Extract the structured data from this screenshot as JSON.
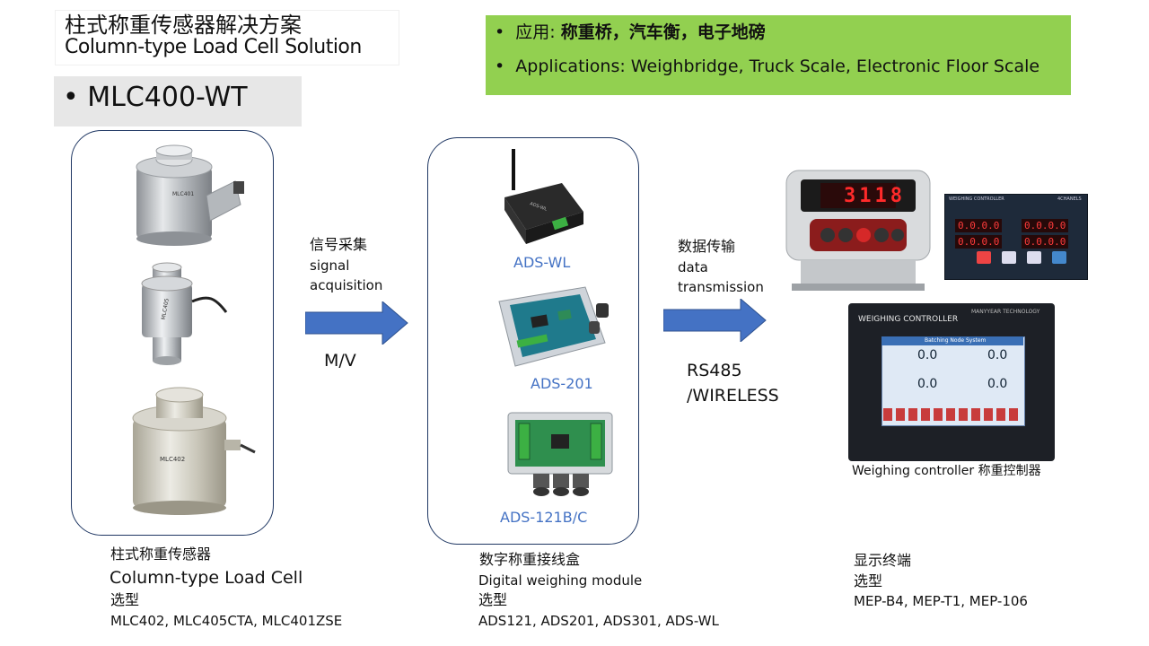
{
  "title": {
    "cn": "柱式称重传感器解决方案",
    "en": "Column-type Load Cell Solution"
  },
  "model": {
    "label": "• MLC400-WT"
  },
  "applications": {
    "cn_prefix": "应用:",
    "cn_bold": "称重桥，汽车衡，电子地磅",
    "en": "Applications: Weighbridge, Truck Scale, Electronic Floor Scale"
  },
  "load_cells": {
    "photo_labels": [
      "MLC401",
      "MLC405",
      "MLC402"
    ],
    "caption_cn": "柱式称重传感器",
    "caption_en": "Column-type Load Cell",
    "selection_label": "选型",
    "models": "MLC402, MLC405CTA, MLC401ZSE"
  },
  "signal": {
    "cn": "信号采集",
    "en_line1": "signal",
    "en_line2": "acquisition",
    "unit": "M/V"
  },
  "modules": {
    "items": [
      "ADS-WL",
      "ADS-201",
      "ADS-121B/C"
    ],
    "caption_cn": "数字称重接线盒",
    "caption_en": "Digital weighing module",
    "selection_label": "选型",
    "models": "ADS121, ADS201, ADS301, ADS-WL"
  },
  "transmission": {
    "cn": "数据传输",
    "en_line1": "data",
    "en_line2": "transmission",
    "protocol_line1": "RS485",
    "protocol_line2": "/WIRELESS"
  },
  "display": {
    "indicator_readout": "3118",
    "controller_header": "WEIGHING CONTROLLER",
    "controller_brand": "MANYYEAR TECHNOLOGY",
    "small_controller_title": "WEIGHING CONTROLLER",
    "small_controller_channels": "4CHANELS",
    "small_controller_readouts": [
      "0.0.0.0",
      "0.0.0.0",
      "0.0.0.0",
      "0.0.0.0"
    ],
    "screen_title": "Batching Node System",
    "screen_values": [
      "0.0",
      "0.0",
      "0.0",
      "0.0"
    ],
    "caption_photo": "Weighing controller 称重控制器",
    "caption_cn": "显示终端",
    "selection_label": "选型",
    "models": "MEP-B4,  MEP-T1, MEP-106"
  },
  "colors": {
    "app_bg": "#92d050",
    "arrow_fill": "#4472c4",
    "panel_border": "#1f3763",
    "label_blue": "#4472c4",
    "model_bg": "#e7e7e7"
  }
}
